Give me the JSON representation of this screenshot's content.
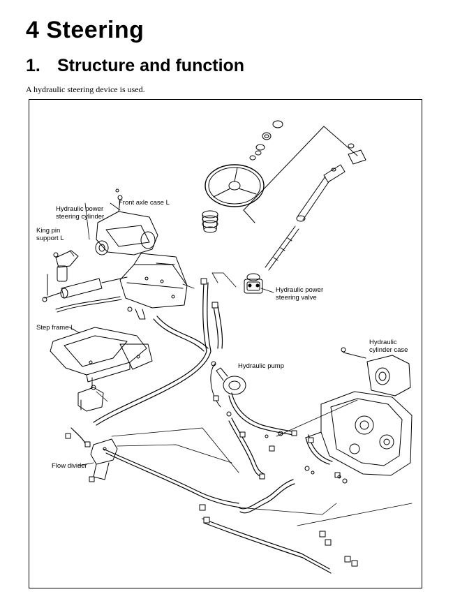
{
  "chapter": {
    "number": "4",
    "title": "Steering"
  },
  "section": {
    "number": "1.",
    "title": "Structure and function"
  },
  "intro_text": "A hydraulic steering device is used.",
  "figure": {
    "callouts": {
      "front_axle_case": "Front axle case L",
      "power_steering_cylinder": "Hydraulic power\nsteering cylinder",
      "king_pin_support": "King pin\nsupport L",
      "power_steering_valve": "Hydraulic power\nsteering valve",
      "step_frame": "Step frame L",
      "cylinder_case": "Hydraulic\ncylinder case",
      "hydraulic_pump": "Hydraulic pump",
      "flow_divider": "Flow divider"
    }
  }
}
